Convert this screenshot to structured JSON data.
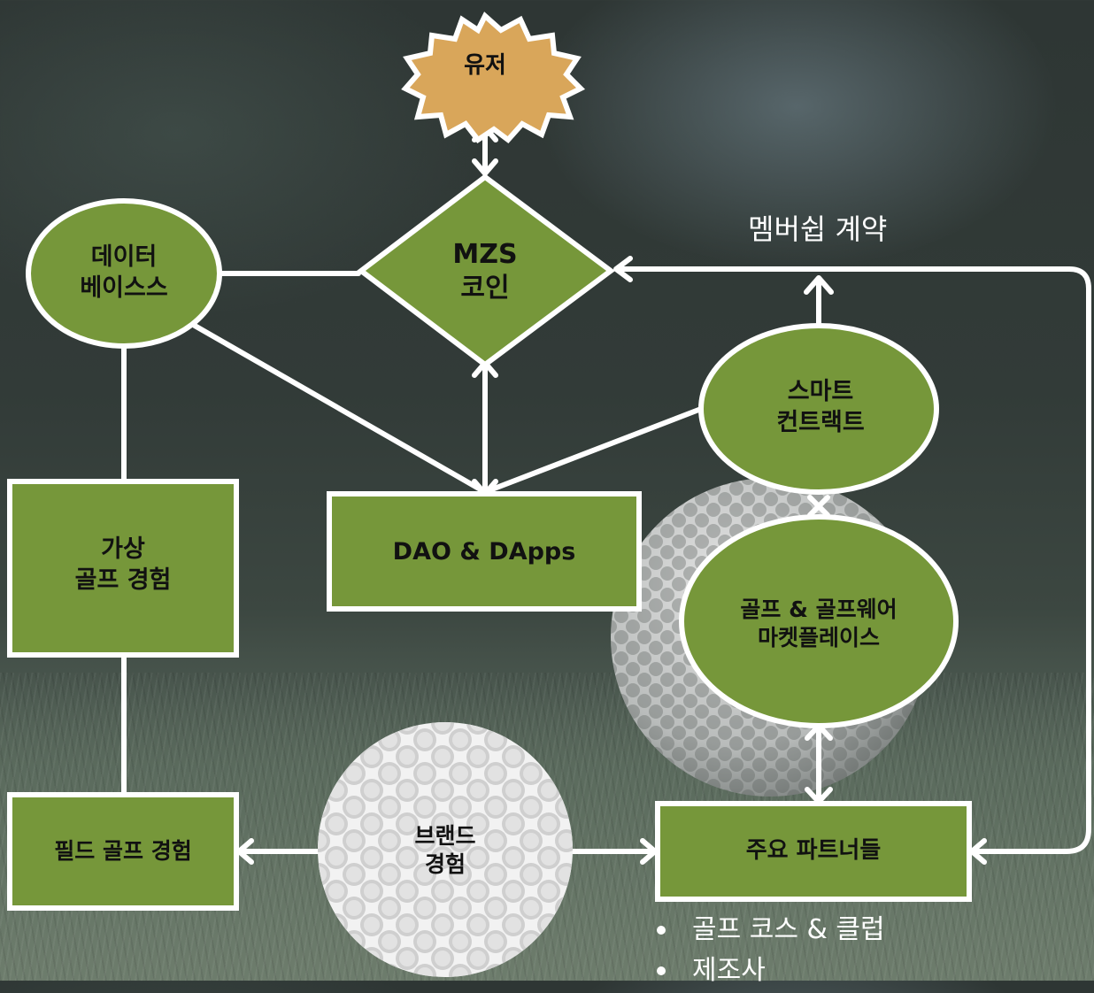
{
  "nodes": {
    "user": "유저",
    "coin_line1": "MZS",
    "coin_line2": "코인",
    "database_line1": "데이터",
    "database_line2": "베이스스",
    "smart_contract_line1": "스마트",
    "smart_contract_line2": "컨트랙트",
    "dao": "DAO & DApps",
    "virtual_golf_line1": "가상",
    "virtual_golf_line2": "골프 경험",
    "marketplace_line1": "골프 & 골프웨어",
    "marketplace_line2": "마켓플레이스",
    "field_golf": "필드 골프 경험",
    "brand_line1": "브랜드",
    "brand_line2": "경험",
    "partners": "주요 파트너들"
  },
  "membership_label": "멤버쉽 계약",
  "partner_list": [
    "골프 코스 & 클럽",
    "제조사"
  ],
  "colors": {
    "node_fill": "#76973a",
    "user_fill": "#d9a65a",
    "stroke": "#ffffff",
    "connector": "#ffffff"
  }
}
